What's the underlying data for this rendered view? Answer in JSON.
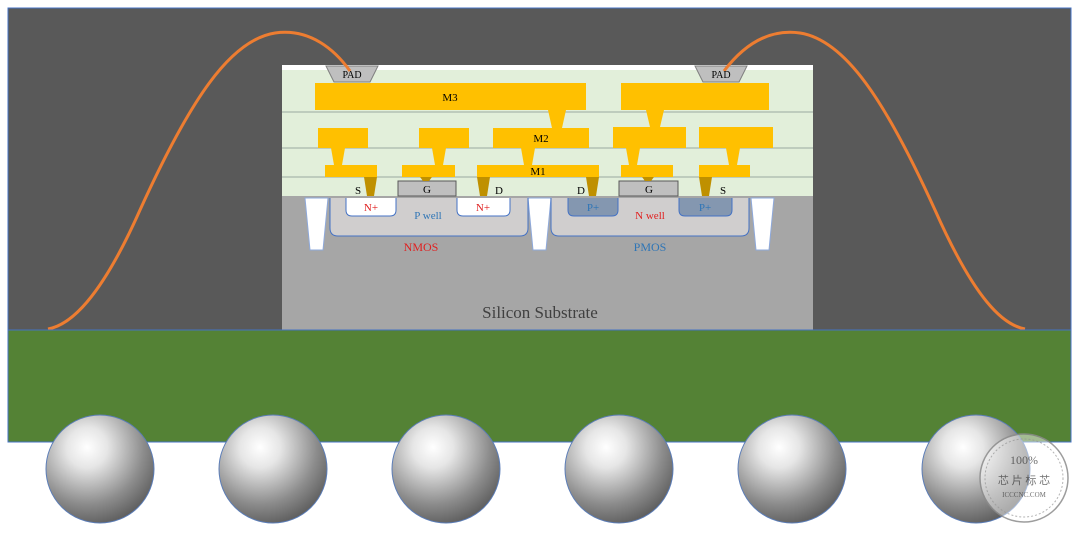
{
  "pads": [
    "PAD",
    "PAD"
  ],
  "metal_layers": {
    "m3": "M3",
    "m2": "M2",
    "m1": "M1"
  },
  "terminals": {
    "nmos_source": "S",
    "nmos_gate": "G",
    "nmos_drain": "D",
    "pmos_drain": "D",
    "pmos_gate": "G",
    "pmos_source": "S"
  },
  "regions": {
    "nmos_source_diffusion": "N+",
    "nmos_drain_diffusion": "N+",
    "pmos_drain_diffusion": "P+",
    "pmos_source_diffusion": "P+",
    "p_well": "P well",
    "n_well": "N well"
  },
  "devices": {
    "nmos": "NMOS",
    "pmos": "PMOS"
  },
  "substrate": "Silicon Substrate",
  "watermark": {
    "top": "100%",
    "middle": "芯 片 标 芯",
    "bottom": "ICCCNC.COM"
  },
  "colors": {
    "mold": "#595959",
    "board": "#548235",
    "metal": "#FFC000",
    "via": "#BF9000",
    "dielectric": "#E2EFDA",
    "substrate": "#A6A6A6",
    "wire": "#ED7D31",
    "nmos_text": "#E02020",
    "pmos_text": "#2E75B6"
  }
}
